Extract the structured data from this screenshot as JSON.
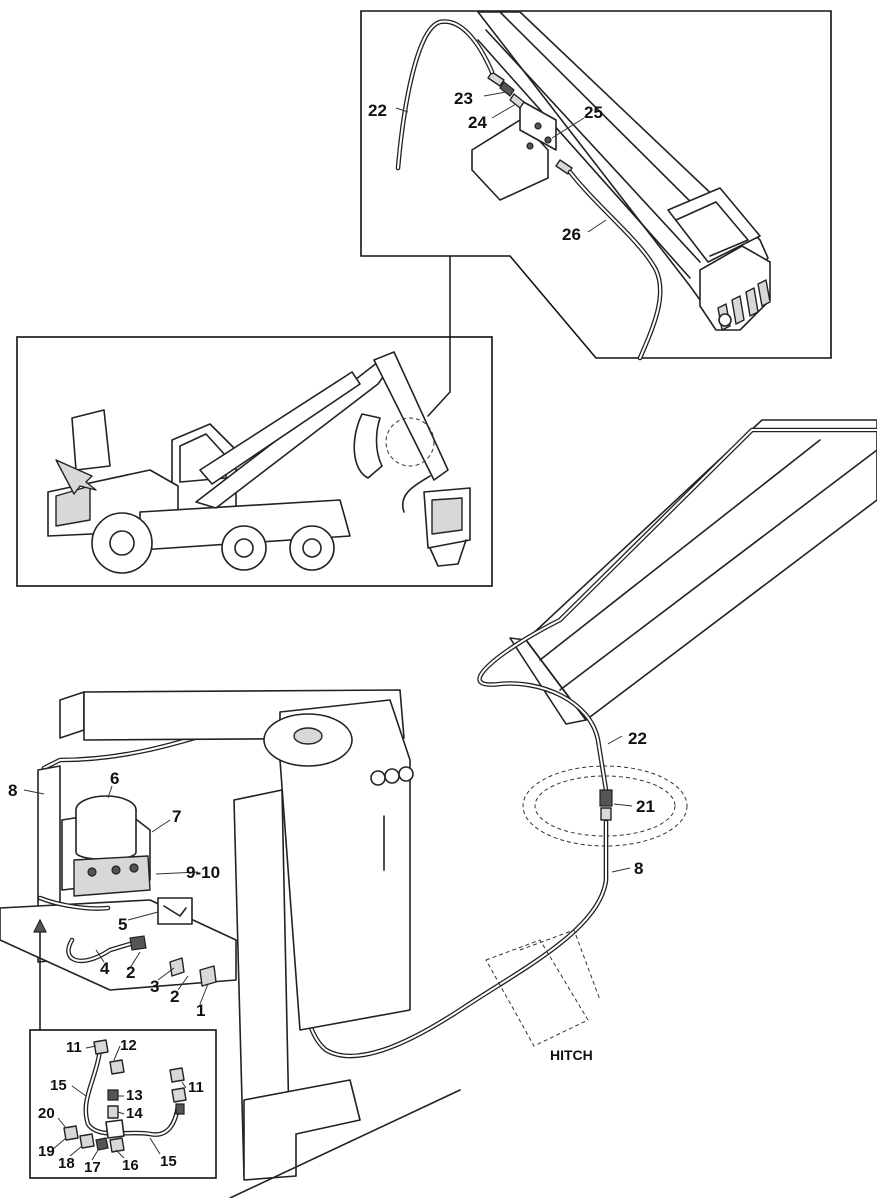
{
  "diagram": {
    "callouts": {
      "c22_top": "22",
      "c23": "23",
      "c24": "24",
      "c25": "25",
      "c26": "26",
      "c22_mid": "22",
      "c21": "21",
      "c8_right": "8",
      "c8_left": "8",
      "c6": "6",
      "c7": "7",
      "c9_10": "9-10",
      "c5": "5",
      "c4": "4",
      "c2a": "2",
      "c3": "3",
      "c2b": "2",
      "c1": "1",
      "c11a": "11",
      "c12": "12",
      "c15a": "15",
      "c13": "13",
      "c11b": "11",
      "c14": "14",
      "c20": "20",
      "c19": "19",
      "c18": "18",
      "c17": "17",
      "c16": "16",
      "c15b": "15"
    },
    "hitch_label": "HITCH"
  }
}
